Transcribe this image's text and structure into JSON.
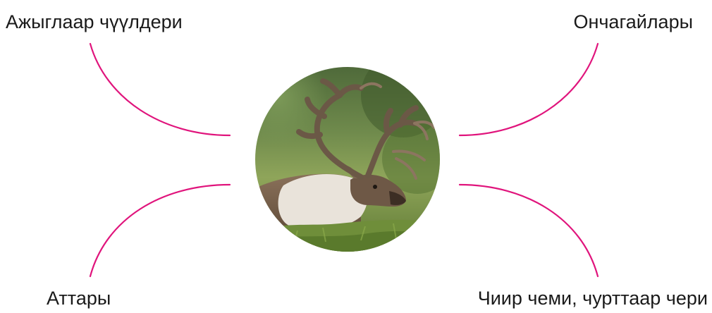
{
  "labels": {
    "top_left": "Ажыглаар чүүлдери",
    "top_right": "Ончагайлары",
    "bottom_left": "Аттары",
    "bottom_right": "Чиир чеми, чурттаар чери"
  },
  "center_image": {
    "subject": "reindeer"
  },
  "colors": {
    "connector": "#e0147c",
    "text": "#1a1a1a"
  }
}
